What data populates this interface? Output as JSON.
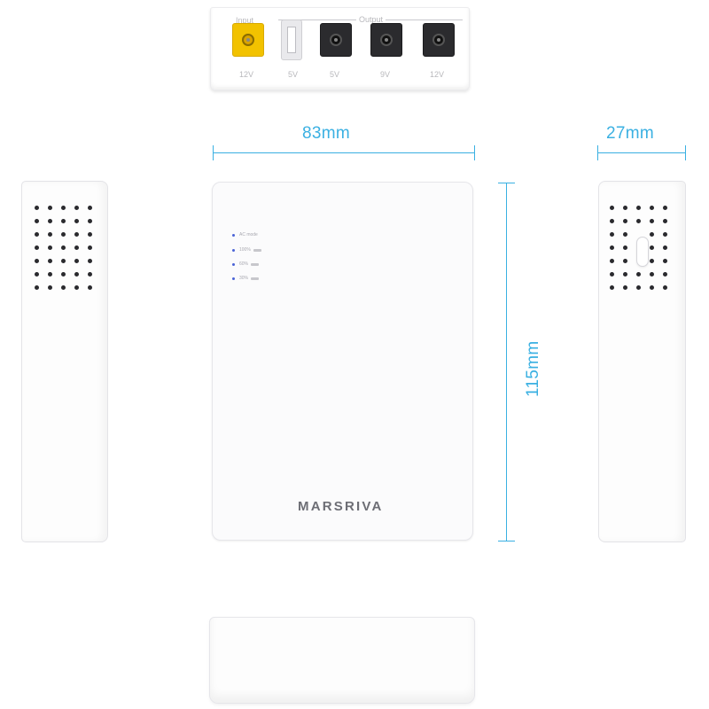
{
  "top_panel": {
    "input_label": "Input",
    "output_label": "Output",
    "ports": [
      {
        "kind": "dc-barrel-yellow",
        "label": "12V"
      },
      {
        "kind": "usb-a",
        "label": "5V"
      },
      {
        "kind": "dc-barrel-black",
        "label": "5V"
      },
      {
        "kind": "dc-barrel-black",
        "label": "9V"
      },
      {
        "kind": "dc-barrel-black",
        "label": "12V"
      }
    ]
  },
  "dimensions": {
    "width": "83mm",
    "depth": "27mm",
    "height": "115mm"
  },
  "front_panel": {
    "indicators": [
      {
        "label": "AC mode",
        "has_bar": false
      },
      {
        "label": "100%",
        "has_bar": true
      },
      {
        "label": "60%",
        "has_bar": true
      },
      {
        "label": "30%",
        "has_bar": true
      }
    ],
    "brand": "MARSRIVA"
  },
  "colors": {
    "dimension": "#3ab0e2",
    "led": "#4a63d6",
    "input_port": "#f2c200"
  }
}
